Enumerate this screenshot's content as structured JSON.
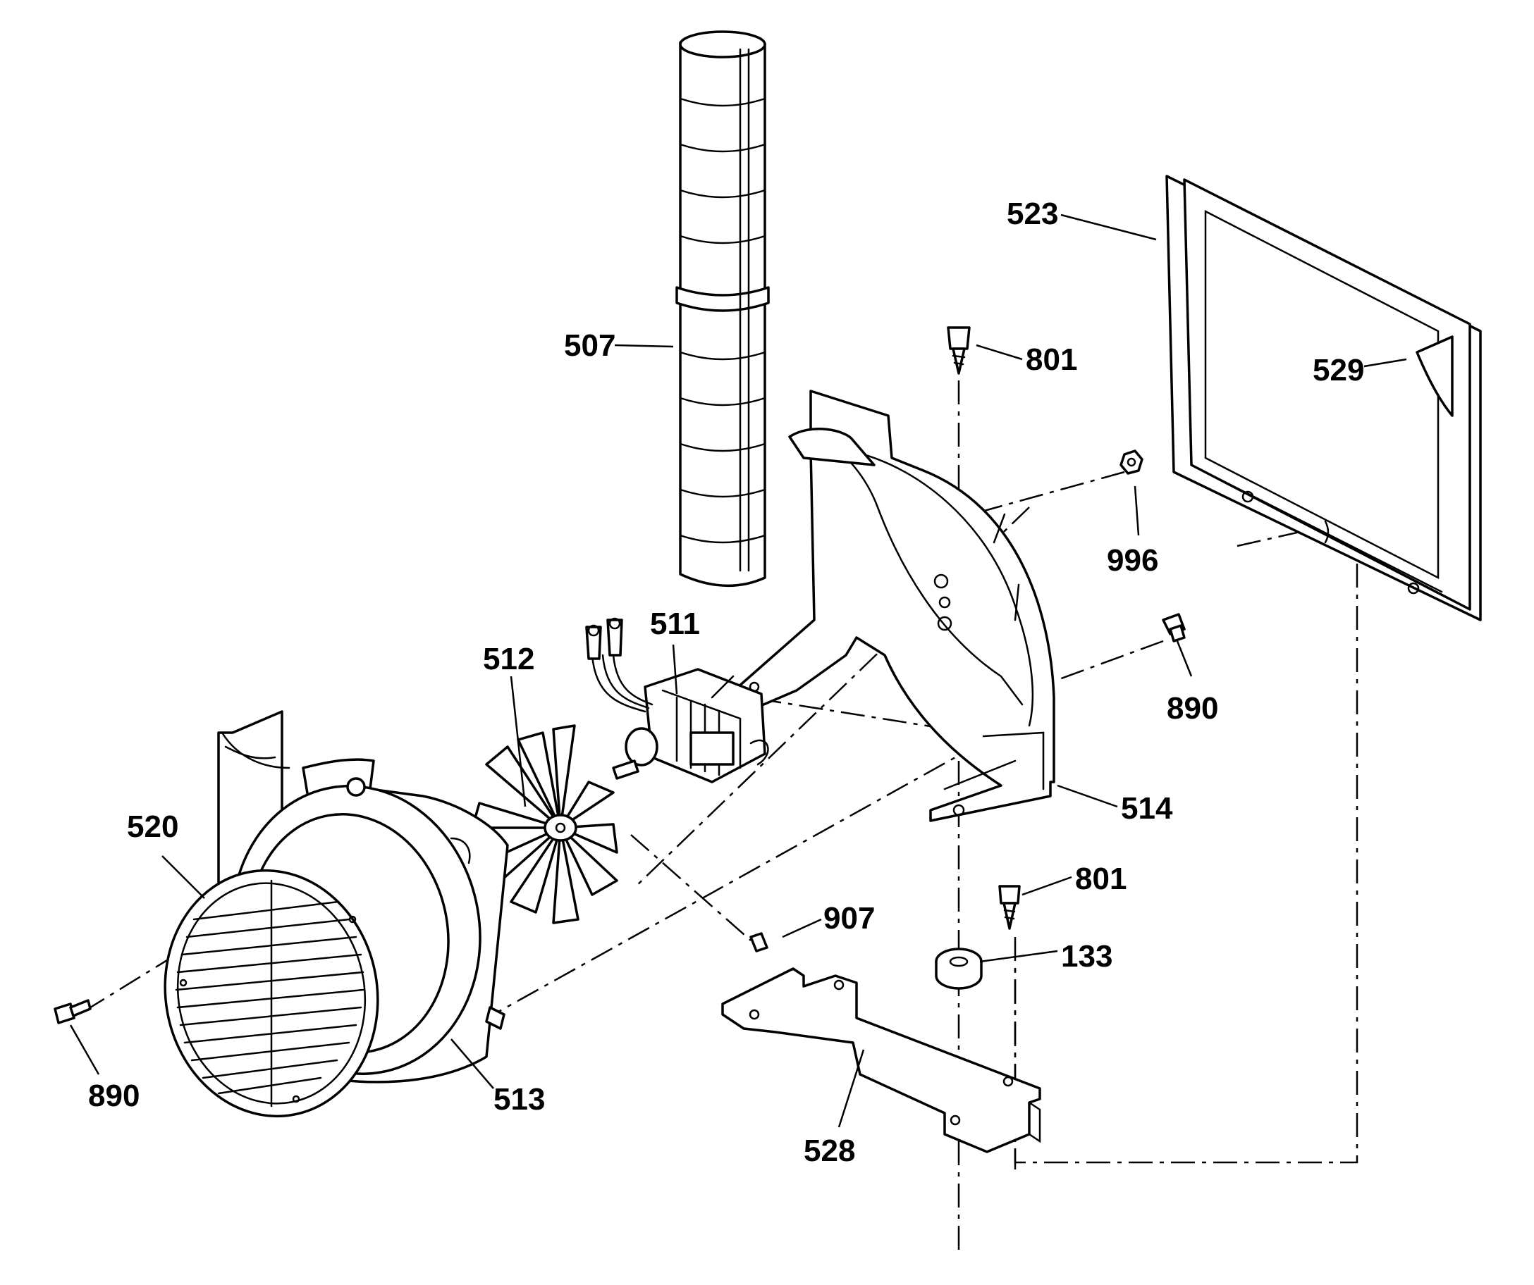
{
  "diagram": {
    "callouts": {
      "p507": "507",
      "p523": "523",
      "p801_top": "801",
      "p529": "529",
      "p996": "996",
      "p511": "511",
      "p512": "512",
      "p890_right": "890",
      "p514": "514",
      "p520": "520",
      "p801_lower": "801",
      "p907": "907",
      "p133": "133",
      "p890_left": "890",
      "p513": "513",
      "p528": "528"
    }
  }
}
